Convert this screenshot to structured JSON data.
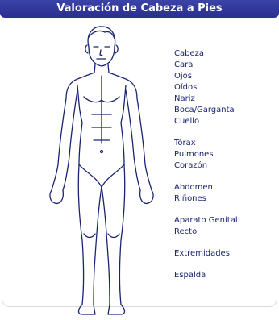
{
  "header": {
    "title": "Valoración de Cabeza a Pies"
  },
  "groups": [
    {
      "items": [
        "Cabeza",
        "Cara",
        "Ojos",
        "Oídos",
        "Nariz",
        "Boca/Garganta",
        "Cuello"
      ]
    },
    {
      "items": [
        "Tórax",
        "Pulmones",
        "Corazón"
      ]
    },
    {
      "items": [
        "Abdomen",
        "Riñones"
      ]
    },
    {
      "items": [
        "Aparato Genital",
        "Recto"
      ]
    },
    {
      "items": [
        "Extremidades"
      ]
    },
    {
      "items": [
        "Espalda"
      ]
    }
  ],
  "colors": {
    "header": "#2f35a0",
    "text": "#1a2470",
    "outline": "#1a2470"
  }
}
